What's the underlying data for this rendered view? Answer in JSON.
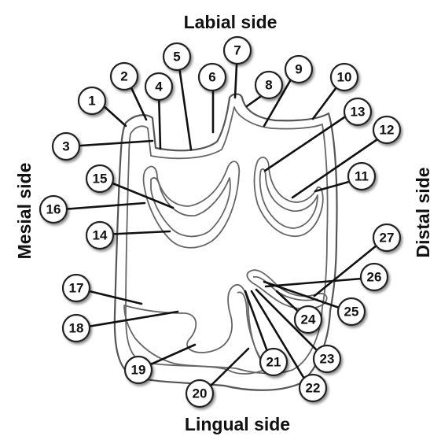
{
  "sides": {
    "top": "Labial side",
    "bottom": "Lingual side",
    "left": "Mesial side",
    "right": "Distal side"
  },
  "markers": [
    "1",
    "2",
    "3",
    "4",
    "5",
    "6",
    "7",
    "8",
    "9",
    "10",
    "11",
    "12",
    "13",
    "14",
    "15",
    "16",
    "17",
    "18",
    "19",
    "20",
    "21",
    "22",
    "23",
    "24",
    "25",
    "26",
    "27"
  ]
}
